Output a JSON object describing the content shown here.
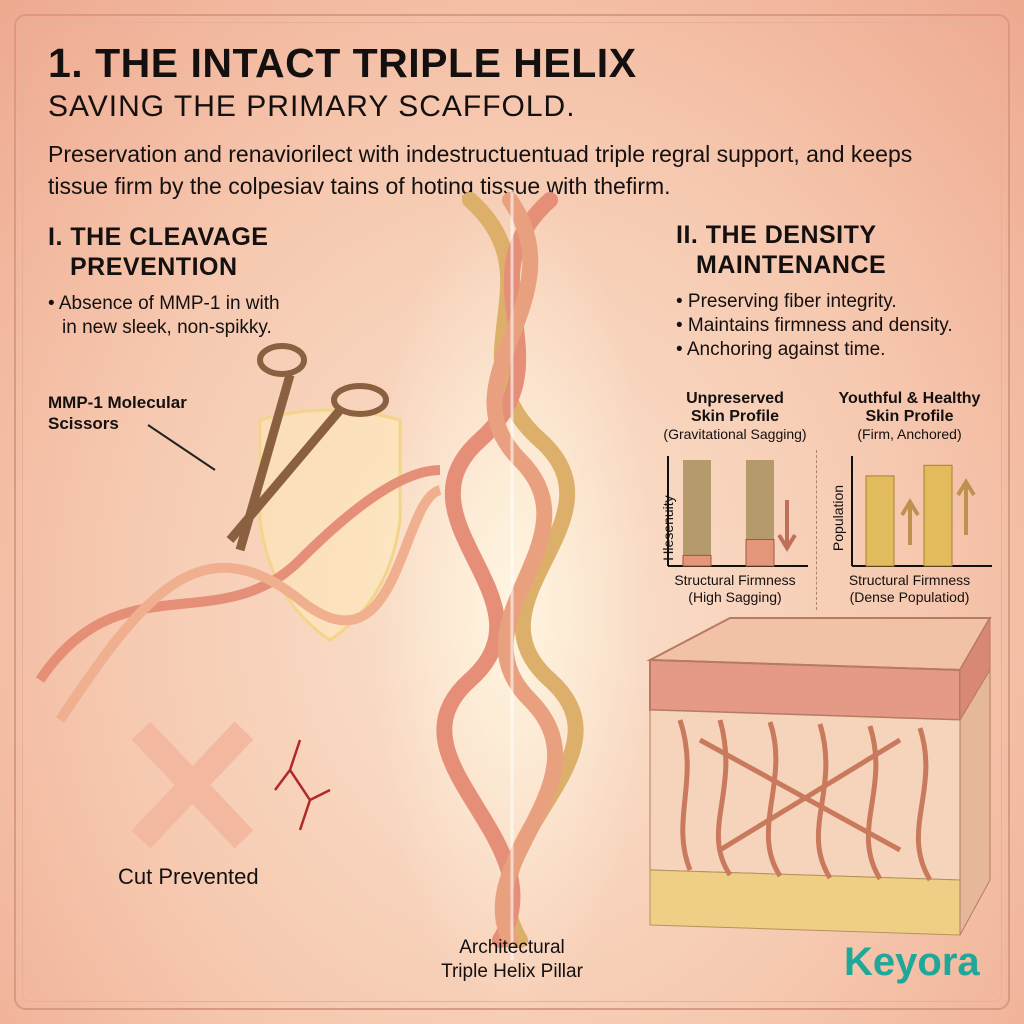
{
  "header": {
    "title": "1. THE INTACT TRIPLE HELIX",
    "subtitle": "SAVING THE PRIMARY SCAFFOLD.",
    "intro": "Preservation and renaviorilect with indestructuentuad triple regral support, and keeps tissue firm by the colpesiav tains of hoting tissue with thefirm."
  },
  "left": {
    "heading_line1": "I. THE CLEAVAGE",
    "heading_line2": "PREVENTION",
    "bullets": [
      "• Absence of MMP-1 in with",
      "in new sleek, non-spikky."
    ],
    "scissors_label_line1": "MMP-1 Molecular",
    "scissors_label_line2": "Scissors",
    "cut_label": "Cut Prevented"
  },
  "center": {
    "label_line1": "Architectural",
    "label_line2": "Triple Helix Pillar"
  },
  "right": {
    "heading_line1": "II. THE DENSITY",
    "heading_line2": "MAINTENANCE",
    "bullets": [
      "• Preserving fiber integrity.",
      "• Maintains firmness and density.",
      "• Anchoring against time."
    ]
  },
  "chart_data": [
    {
      "type": "bar",
      "title_line1": "Unpreserved",
      "title_line2": "Skin Profile",
      "subtitle": "(Gravitational Sagging)",
      "ylabel": "Hlesenuity",
      "xlabel_line1": "Structural Firmness",
      "xlabel_line2": "(High Sagging)",
      "series": [
        {
          "name": "total",
          "values": [
            1.0,
            1.0
          ]
        },
        {
          "name": "filled",
          "values": [
            0.1,
            0.25
          ]
        }
      ],
      "trend": "down"
    },
    {
      "type": "bar",
      "title_line1": "Youthful & Healthy",
      "title_line2": "Skin Profile",
      "subtitle": "(Firm, Anchored)",
      "ylabel": "Population",
      "xlabel_line1": "Structural Firmness",
      "xlabel_line2": "(Dense Populatiod)",
      "values": [
        0.85,
        0.95
      ],
      "trend": "up"
    }
  ],
  "logo": {
    "text": "Keyora"
  },
  "colors": {
    "fiber_pink": "#e58f78",
    "fiber_gold": "#dcb06a",
    "accent_teal": "#1fa79a"
  }
}
